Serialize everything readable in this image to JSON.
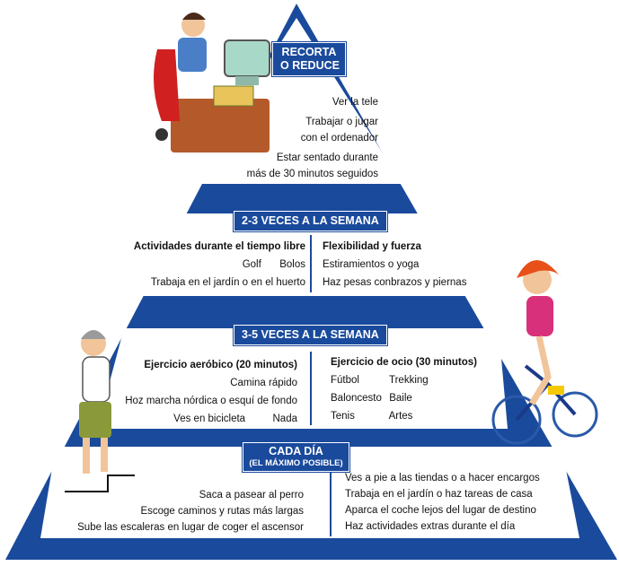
{
  "levels": {
    "top": {
      "title_line1": "RECORTA",
      "title_line2": "O REDUCE",
      "items": [
        "Ver la tele",
        "Trabajar o jugar",
        "con el ordenador",
        "Estar sentado durante",
        "más de 30 minutos seguidos"
      ]
    },
    "level2": {
      "title": "2-3 VECES A LA SEMANA",
      "left": {
        "heading": "Actividades durante el tiempo libre",
        "row1_a": "Golf",
        "row1_b": "Bolos",
        "row2": "Trabaja en el jardín o en el huerto"
      },
      "right": {
        "heading": "Flexibilidad y fuerza",
        "row1": "Estiramientos o yoga",
        "row2": "Haz pesas conbrazos y piernas"
      }
    },
    "level3": {
      "title": "3-5 VECES A LA SEMANA",
      "left": {
        "heading": "Ejercicio aeróbico (20 minutos)",
        "row1": "Camina rápido",
        "row2": "Hoz marcha nórdica o esquí de fondo",
        "row3_a": "Ves en bicicleta",
        "row3_b": "Nada"
      },
      "right": {
        "heading": "Ejercicio de ocio (30 minutos)",
        "rows": [
          [
            "Fútbol",
            "Trekking"
          ],
          [
            "Baloncesto",
            "Baile"
          ],
          [
            "Tenis",
            "Artes"
          ]
        ]
      }
    },
    "level4": {
      "title_line1": "CADA DÍA",
      "title_line2": "(EL MÁXIMO POSIBLE)",
      "left": [
        "Saca a pasear al perro",
        "Escoge caminos y rutas más largas",
        "Sube las escaleras en lugar de coger el ascensor"
      ],
      "right": [
        "Ves a pie a las tiendas o a hacer encargos",
        "Trabaja en el jardín o haz tareas de casa",
        "Aparca el coche lejos del lugar de destino",
        "Haz actividades extras durante el día"
      ]
    }
  },
  "colors": {
    "blue": "#1a4a9c",
    "text": "#111111"
  }
}
